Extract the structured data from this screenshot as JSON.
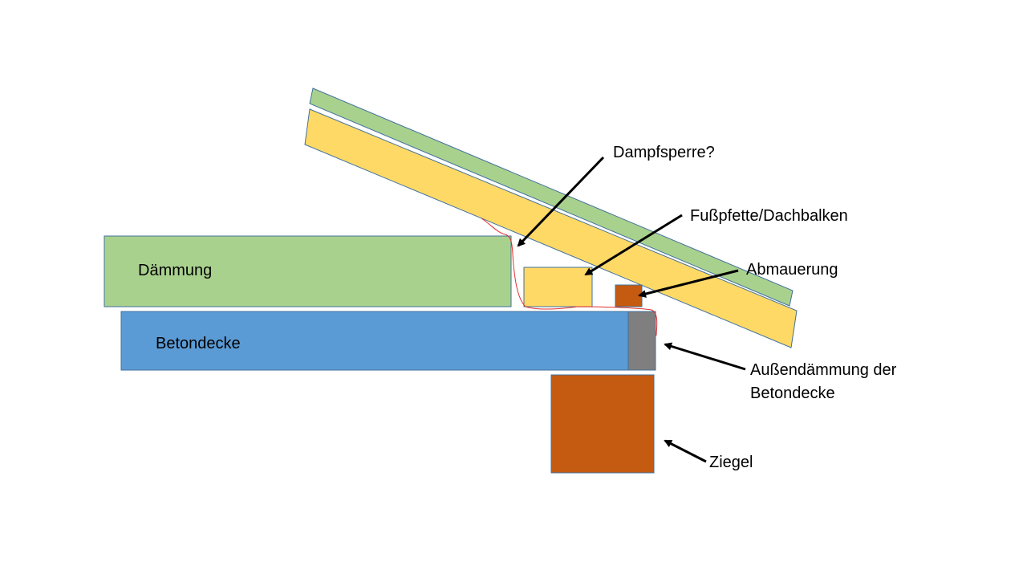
{
  "labels": {
    "daemmung": "Dämmung",
    "betondecke": "Betondecke",
    "dampfsperre": "Dampfsperre?",
    "fusspfette": "Fußpfette/Dachbalken",
    "abmauerung": "Abmauerung",
    "aussen_line1": "Außendämmung der",
    "aussen_line2": "Betondecke",
    "ziegel": "Ziegel"
  },
  "colors": {
    "green": "#a9d18e",
    "yellow": "#ffd966",
    "blue": "#5b9bd5",
    "brick": "#c55a11",
    "gray": "#7f7f7f",
    "outline": "#41719c",
    "vapor_line": "#e03030"
  }
}
